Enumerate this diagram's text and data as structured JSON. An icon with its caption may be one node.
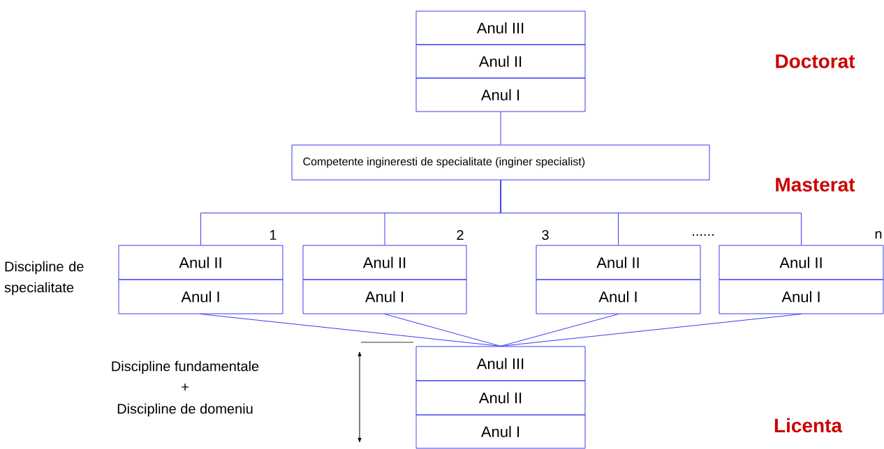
{
  "diagram": {
    "nodes": [
      {
        "text": [
          "Anul III"
        ]
      },
      {
        "text": [
          "Anul II"
        ]
      },
      {
        "text": [
          "Anul I"
        ]
      },
      {
        "text": [
          "Competente ingineresti de specialitate (inginer specialist)"
        ]
      },
      {
        "text": [
          "Anul II"
        ]
      },
      {
        "text": [
          "Anul I"
        ]
      },
      {
        "text": [
          "Anul II"
        ]
      },
      {
        "text": [
          "Anul I"
        ]
      },
      {
        "text": [
          "Anul II"
        ]
      },
      {
        "text": [
          "Anul I"
        ]
      },
      {
        "text": [
          "Anul II"
        ]
      },
      {
        "text": [
          "Anul I"
        ]
      },
      {
        "text": [
          "Anul III"
        ]
      },
      {
        "text": [
          "Anul II"
        ]
      },
      {
        "text": [
          "Anul I"
        ]
      }
    ],
    "edges": [
      {
        "from": 2,
        "to": 3,
        "arrow": "none"
      },
      {
        "from": 3,
        "to": 4,
        "arrow": "none"
      },
      {
        "from": 3,
        "to": 6,
        "arrow": "none"
      },
      {
        "from": 3,
        "to": 8,
        "arrow": "none"
      },
      {
        "from": 3,
        "to": 10,
        "arrow": "none"
      },
      {
        "from": 5,
        "to": 12,
        "arrow": "none"
      },
      {
        "from": 7,
        "to": 12,
        "arrow": "none"
      },
      {
        "from": 9,
        "to": 12,
        "arrow": "none"
      },
      {
        "from": 11,
        "to": 12,
        "arrow": "none"
      }
    ],
    "labels": [
      "Doctorat",
      "Masterat",
      "1",
      "2",
      "3",
      "......",
      "n",
      "Discipline de specialitate",
      "Discipline fundamentale",
      "+",
      "Discipline de domeniu",
      "Licenta"
    ]
  }
}
